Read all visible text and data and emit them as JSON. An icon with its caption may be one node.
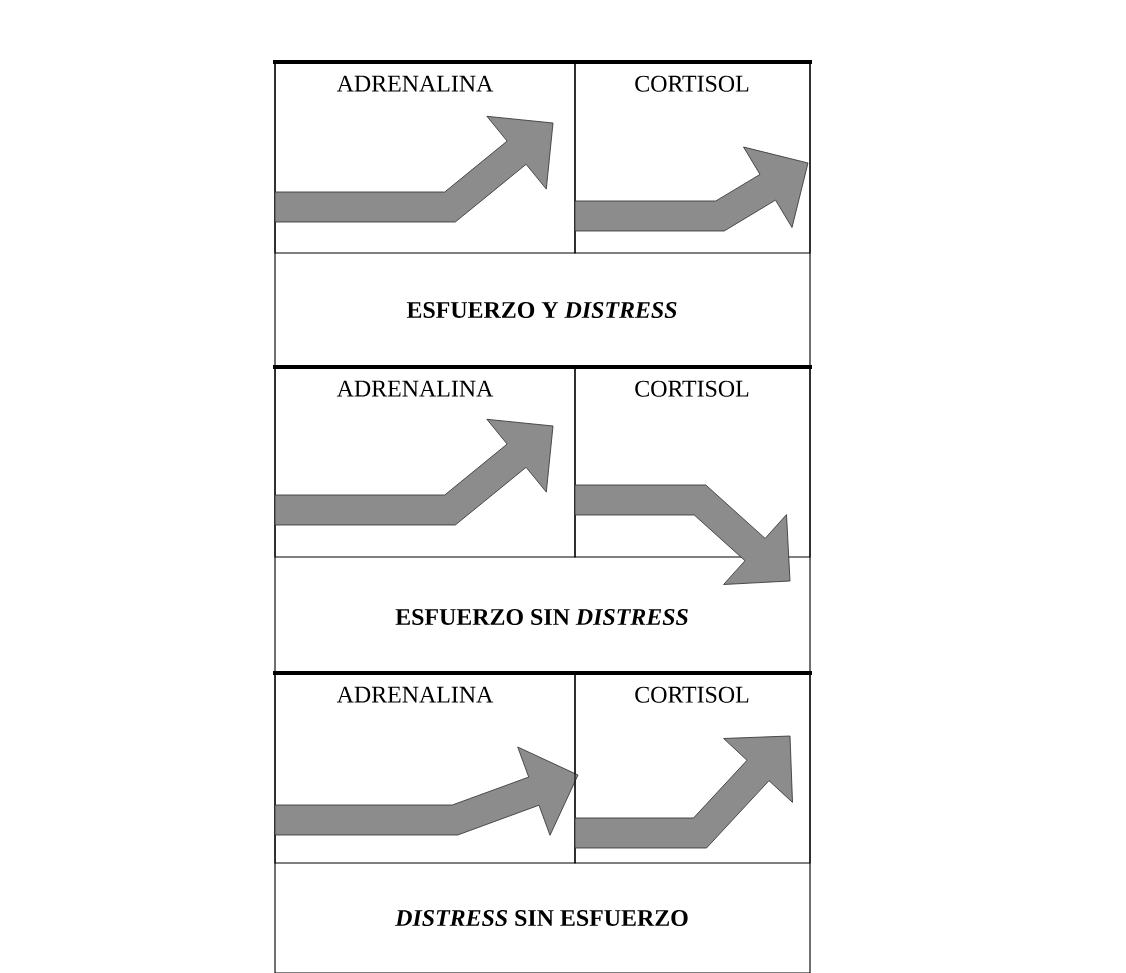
{
  "diagram": {
    "nodes": [
      {
        "text": [
          "ESFUERZO Y *DISTRESS*"
        ]
      },
      {
        "text": [
          "ADRENALINA"
        ],
        "in": 0
      },
      {
        "text": [
          "CORTISOL"
        ],
        "in": 0
      },
      {
        "text": [
          "ESFUERZO SIN *DISTRESS*"
        ]
      },
      {
        "text": [
          "ADRENALINA"
        ],
        "in": 3
      },
      {
        "text": [
          "CORTISOL"
        ],
        "in": 3
      },
      {
        "text": [
          "*DISTRESS* SIN ESFUERZO"
        ]
      },
      {
        "text": [
          "ADRENALINA"
        ],
        "in": 6
      },
      {
        "text": [
          "CORTISOL"
        ],
        "in": 6
      }
    ]
  }
}
